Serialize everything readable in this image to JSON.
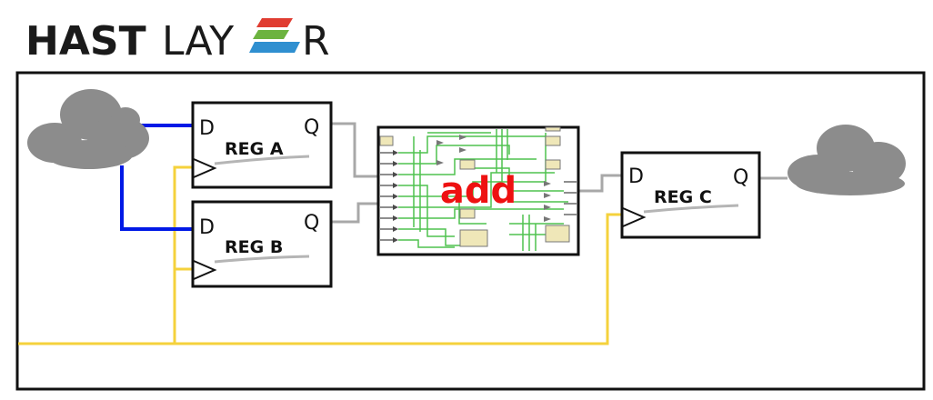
{
  "logo": {
    "part1": "HAST",
    "part2": "LAY",
    "part3": "R"
  },
  "registers": {
    "a": {
      "label": "REG A",
      "d": "D",
      "q": "Q"
    },
    "b": {
      "label": "REG B",
      "d": "D",
      "q": "Q"
    },
    "c": {
      "label": "REG C",
      "d": "D",
      "q": "Q"
    }
  },
  "adder": {
    "label": "add"
  },
  "colors": {
    "input_wire": "#0019e6",
    "clock_wire": "#f5d23c",
    "data_wire": "#a8a8a8",
    "adder_label": "#ee1111",
    "cloud": "#8c8c8c",
    "logo_stripe_top": "#e03c31",
    "logo_stripe_mid": "#6cb33f",
    "logo_stripe_bottom": "#2f8fd0"
  }
}
